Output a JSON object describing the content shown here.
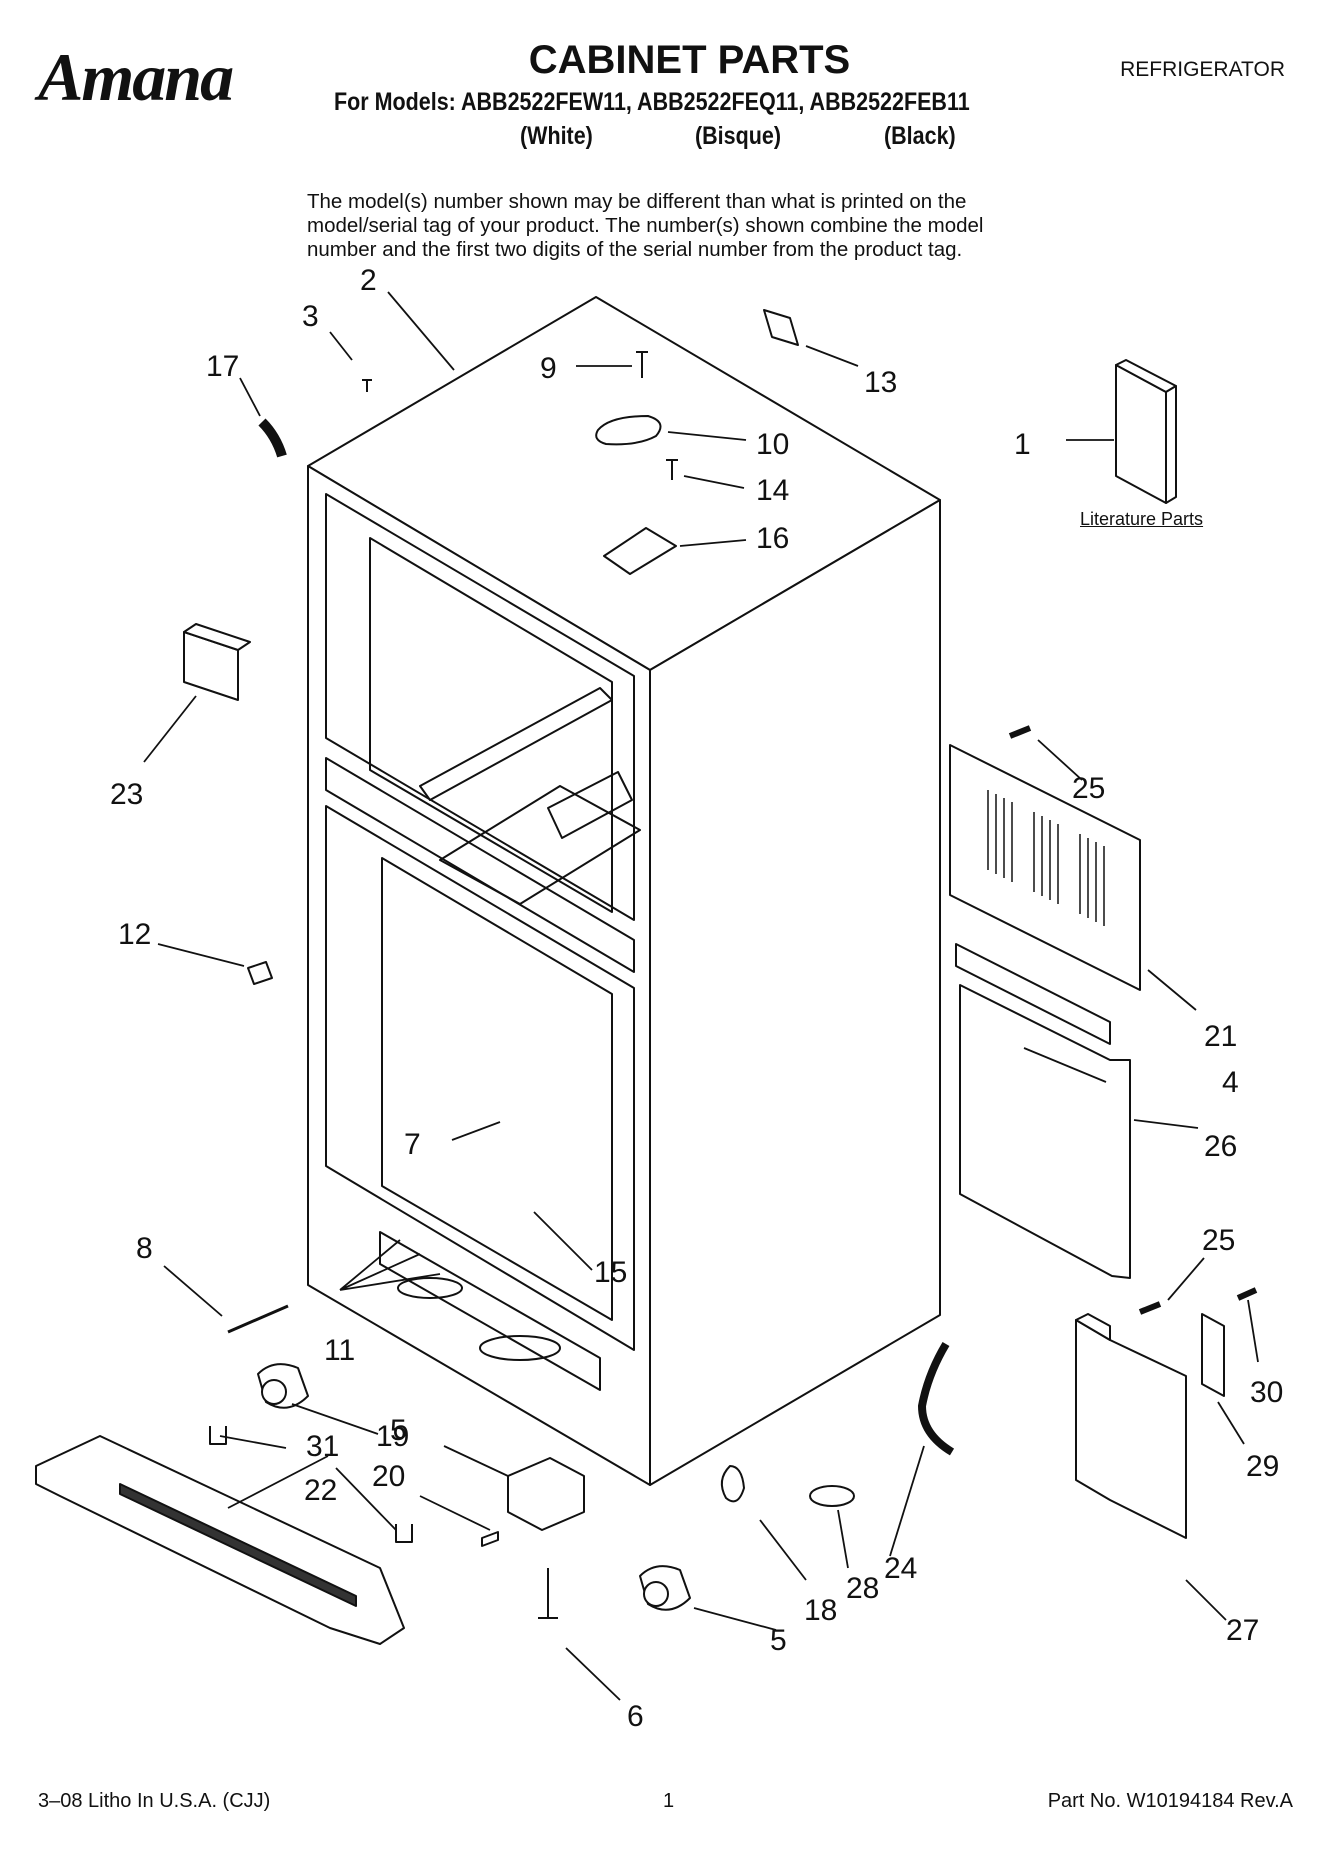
{
  "header": {
    "brand": "Amana",
    "title": "CABINET PARTS",
    "models_line": "For Models: ABB2522FEW11, ABB2522FEQ11, ABB2522FEB11",
    "variants": [
      "(White)",
      "(Bisque)",
      "(Black)"
    ],
    "appliance": "REFRIGERATOR"
  },
  "disclaimer": [
    "The model(s) number shown may be different than what is printed on the",
    "model/serial tag of your product. The number(s) shown combine the model",
    "number and the first two digits of the serial number from the product tag."
  ],
  "literature_label": "Literature Parts",
  "callouts": [
    "1",
    "2",
    "3",
    "4",
    "5",
    "5",
    "6",
    "7",
    "8",
    "9",
    "10",
    "11",
    "12",
    "13",
    "14",
    "15",
    "16",
    "17",
    "18",
    "19",
    "20",
    "21",
    "22",
    "23",
    "24",
    "25",
    "25",
    "26",
    "27",
    "28",
    "29",
    "30",
    "31"
  ],
  "footer": {
    "left": "3–08 Litho In U.S.A. (CJJ)",
    "center": "1",
    "right": "Part No. W10194184 Rev.A"
  }
}
